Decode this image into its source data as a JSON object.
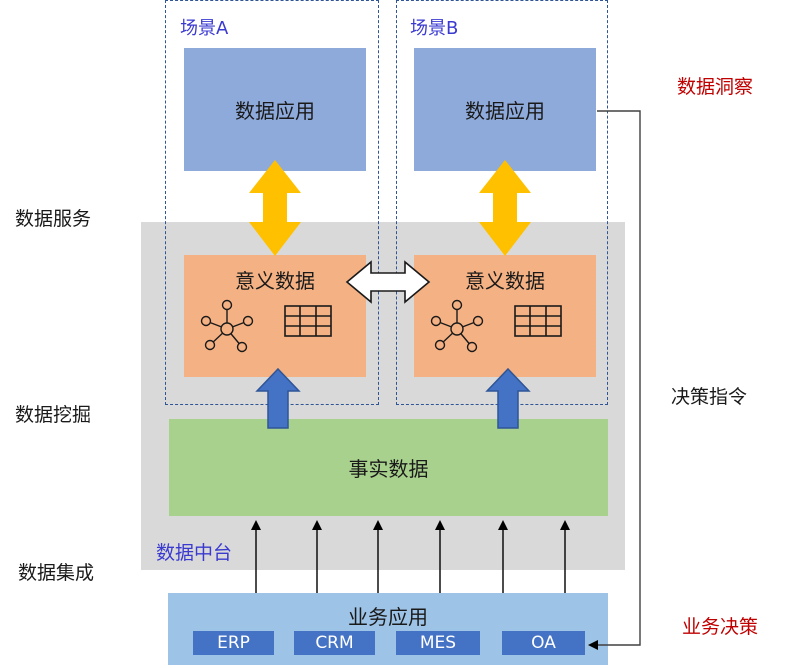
{
  "left_labels": {
    "data_services": "数据服务",
    "data_mining": "数据挖掘",
    "data_integration": "数据集成"
  },
  "right_labels": {
    "data_insight": "数据洞察",
    "decision_command": "决策指令",
    "business_decision": "业务决策"
  },
  "platform_label": "数据中台",
  "scene_a": {
    "label": "场景A",
    "app": "数据应用",
    "meaning": "意义数据"
  },
  "scene_b": {
    "label": "场景B",
    "app": "数据应用",
    "meaning": "意义数据"
  },
  "fact_data": "事实数据",
  "business_apps": {
    "title": "业务应用",
    "systems": [
      "ERP",
      "CRM",
      "MES",
      "OA"
    ]
  },
  "colors": {
    "app_box": "#8eaadb",
    "meaning_box": "#f4b183",
    "fact_box": "#a9d18e",
    "business_box": "#9dc3e6",
    "system_box": "#4472c4",
    "platform_bg": "#d9d9d9",
    "yellow_arrow": "#ffc000",
    "blue_arrow": "#4472c4",
    "scene_border": "#2f5597",
    "accent_red": "#c00000",
    "accent_blue": "#3a3ad0"
  }
}
